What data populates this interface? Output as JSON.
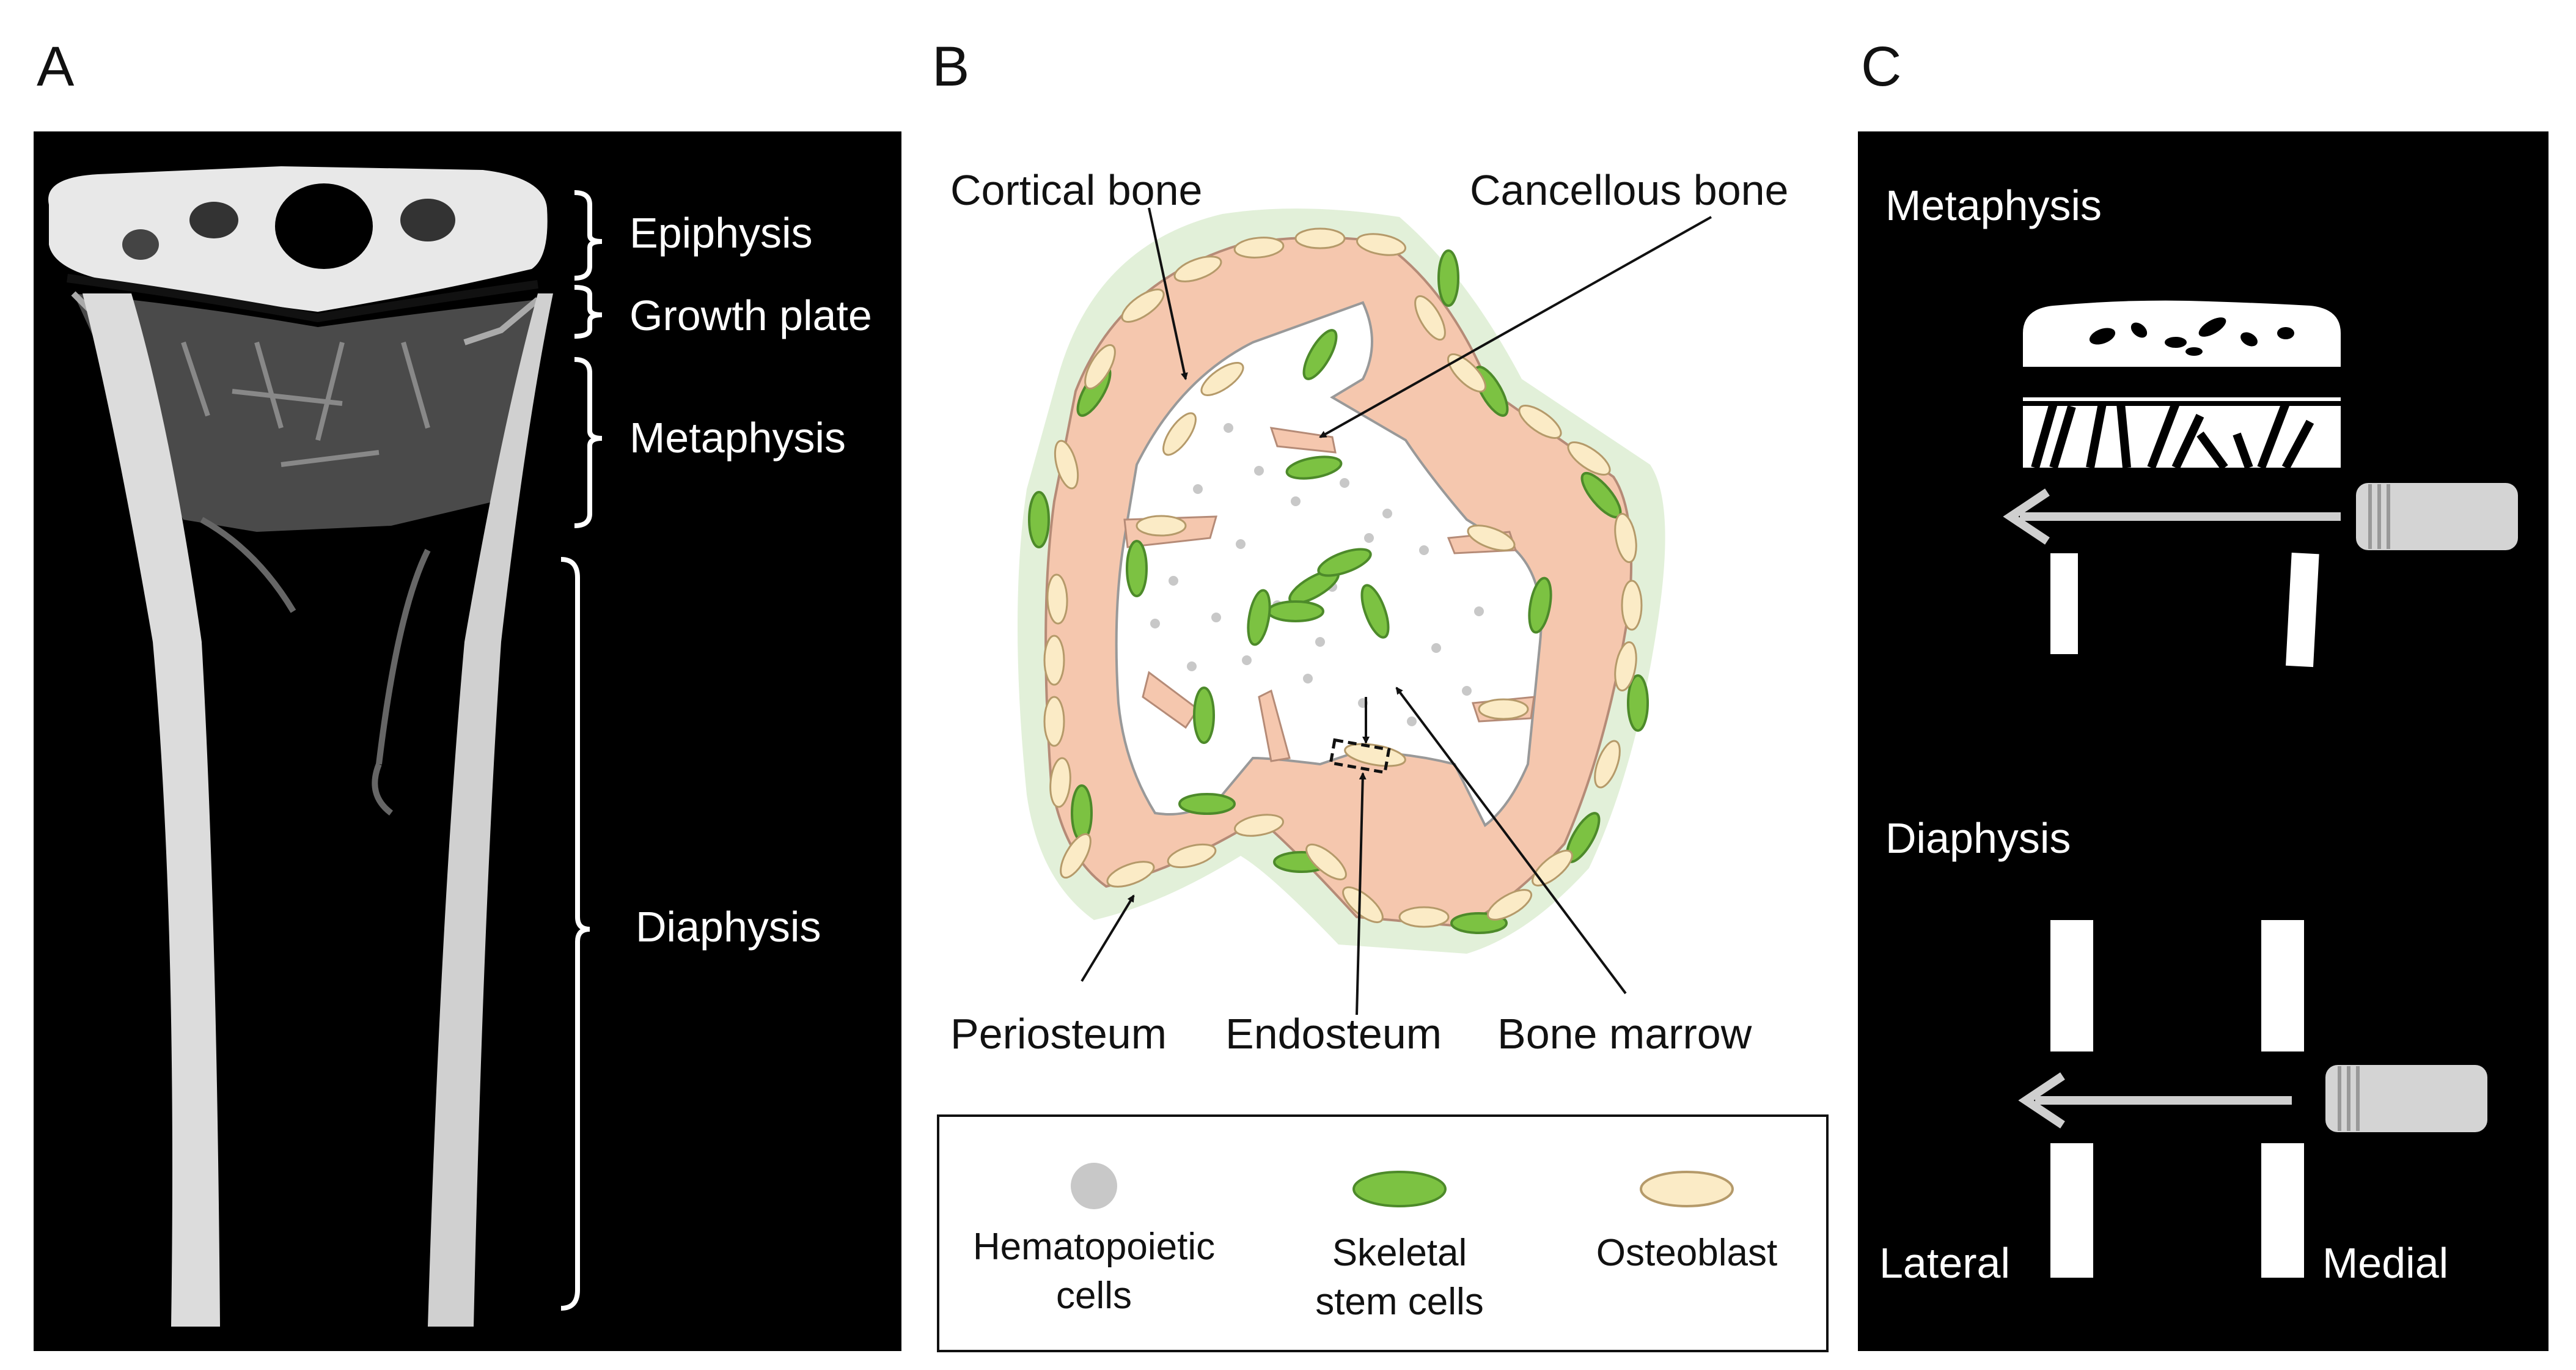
{
  "panels": {
    "a": {
      "letter": "A",
      "labels": [
        "Epiphysis",
        "Growth plate",
        "Metaphysis",
        "Diaphysis"
      ]
    },
    "b": {
      "letter": "B",
      "labels": {
        "cortical": "Cortical bone",
        "cancellous": "Cancellous bone",
        "periosteum": "Periosteum",
        "endosteum": "Endosteum",
        "marrow": "Bone marrow"
      },
      "legend": {
        "hematopoietic_1": "Hematopoietic",
        "hematopoietic_2": "cells",
        "skeletal_1": "Skeletal",
        "skeletal_2": "stem cells",
        "osteoblast": "Osteoblast"
      }
    },
    "c": {
      "letter": "C",
      "labels": {
        "metaphysis": "Metaphysis",
        "diaphysis": "Diaphysis",
        "lateral": "Lateral",
        "medial": "Medial"
      }
    }
  },
  "colors": {
    "panel_black": "#000000",
    "periosteum_green": "#e2f0d9",
    "cortical_pink": "#f5c7ae",
    "stem_green": "#7cc242",
    "osteoblast_cream": "#fbebc6",
    "hematopoietic_gray": "#c8c8c8",
    "probe_gray": "#d4d4d4"
  }
}
